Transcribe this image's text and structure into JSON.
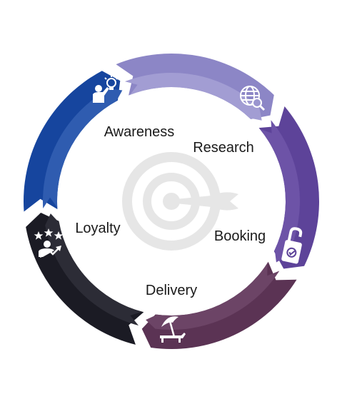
{
  "diagram": {
    "segments": [
      {
        "label": "Awareness",
        "icon": "idea-person-icon",
        "colors": [
          "#16459e",
          "#2f5cb0"
        ]
      },
      {
        "label": "Research",
        "icon": "globe-search-icon",
        "colors": [
          "#8c86c6",
          "#a29dd3"
        ]
      },
      {
        "label": "Booking",
        "icon": "door-hanger-icon",
        "colors": [
          "#5d4399",
          "#6d53a7"
        ]
      },
      {
        "label": "Delivery",
        "icon": "beach-umbrella-icon",
        "colors": [
          "#5b3354",
          "#6c4466"
        ]
      },
      {
        "label": "Loyalty",
        "icon": "loyalty-stars-icon",
        "colors": [
          "#1b1b24",
          "#2c2c36"
        ]
      }
    ],
    "center_icon": "target-dart-icon",
    "center_color": "#e6e6e6"
  }
}
